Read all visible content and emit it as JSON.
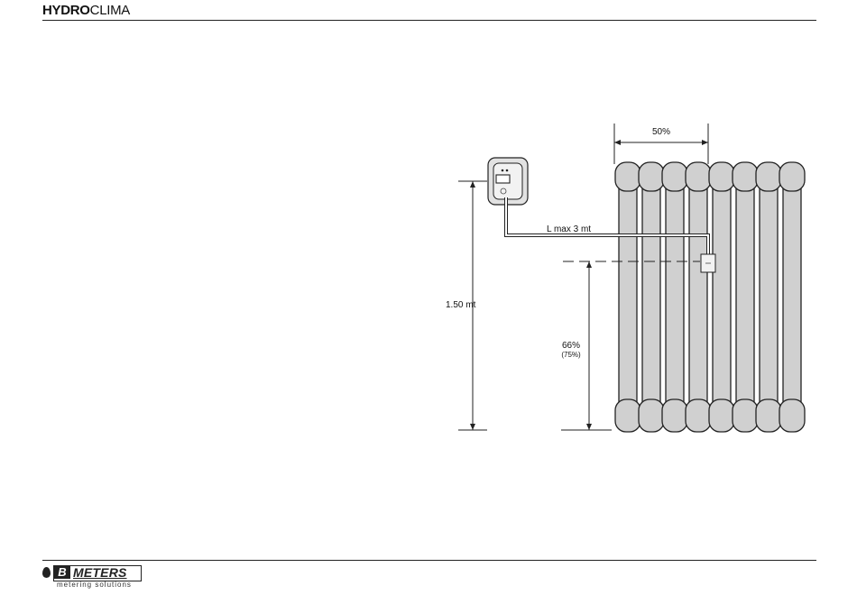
{
  "header": {
    "brand_bold": "HYDRO",
    "brand_light": "CLIMA"
  },
  "diagram": {
    "width_label": "50%",
    "cable_label": "L max 3 mt",
    "height_label": "1.50 mt",
    "sensor_height_label": "66%",
    "sensor_height_alt_label": "(75%)"
  },
  "footer": {
    "logo_b": "B",
    "logo_meters": "METERS",
    "logo_tagline": "metering solutions"
  }
}
